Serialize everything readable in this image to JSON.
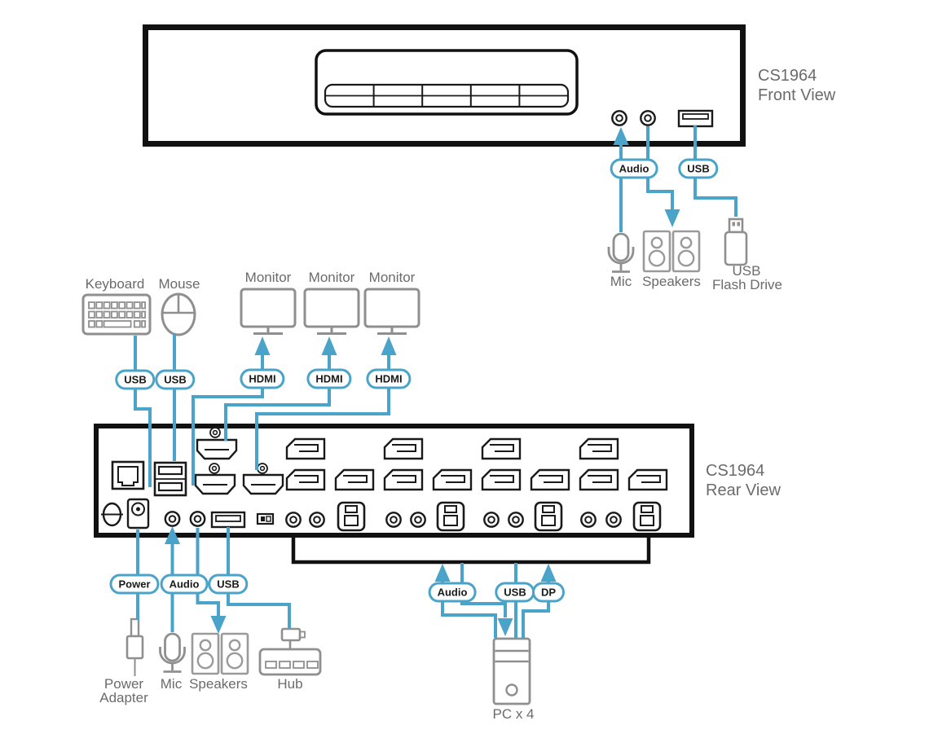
{
  "colors": {
    "accent_blue": "#4aa3c9",
    "outline_black": "#111111",
    "icon_gray": "#8f8f8f",
    "text_gray": "#6b6b6b"
  },
  "front_view": {
    "title_line1": "CS1964",
    "title_line2": "Front View",
    "audio_callout": "Audio",
    "usb_callout": "USB",
    "mic_label": "Mic",
    "speakers_label": "Speakers",
    "flash_drive_label_line1": "USB",
    "flash_drive_label_line2": "Flash Drive"
  },
  "console": {
    "keyboard_label": "Keyboard",
    "mouse_label": "Mouse",
    "keyboard_usb_callout": "USB",
    "mouse_usb_callout": "USB",
    "monitor_labels": [
      "Monitor",
      "Monitor",
      "Monitor"
    ],
    "hdmi_callouts": [
      "HDMI",
      "HDMI",
      "HDMI"
    ]
  },
  "rear_view": {
    "title_line1": "CS1964",
    "title_line2": "Rear View",
    "power_callout": "Power",
    "audio_callout": "Audio",
    "usb_callout": "USB",
    "power_adapter_label_line1": "Power",
    "power_adapter_label_line2": "Adapter",
    "mic_label": "Mic",
    "speakers_label": "Speakers",
    "hub_label": "Hub"
  },
  "pc_section": {
    "audio_callout": "Audio",
    "usb_callout": "USB",
    "dp_callout": "DP",
    "pc_label": "PC x 4"
  }
}
